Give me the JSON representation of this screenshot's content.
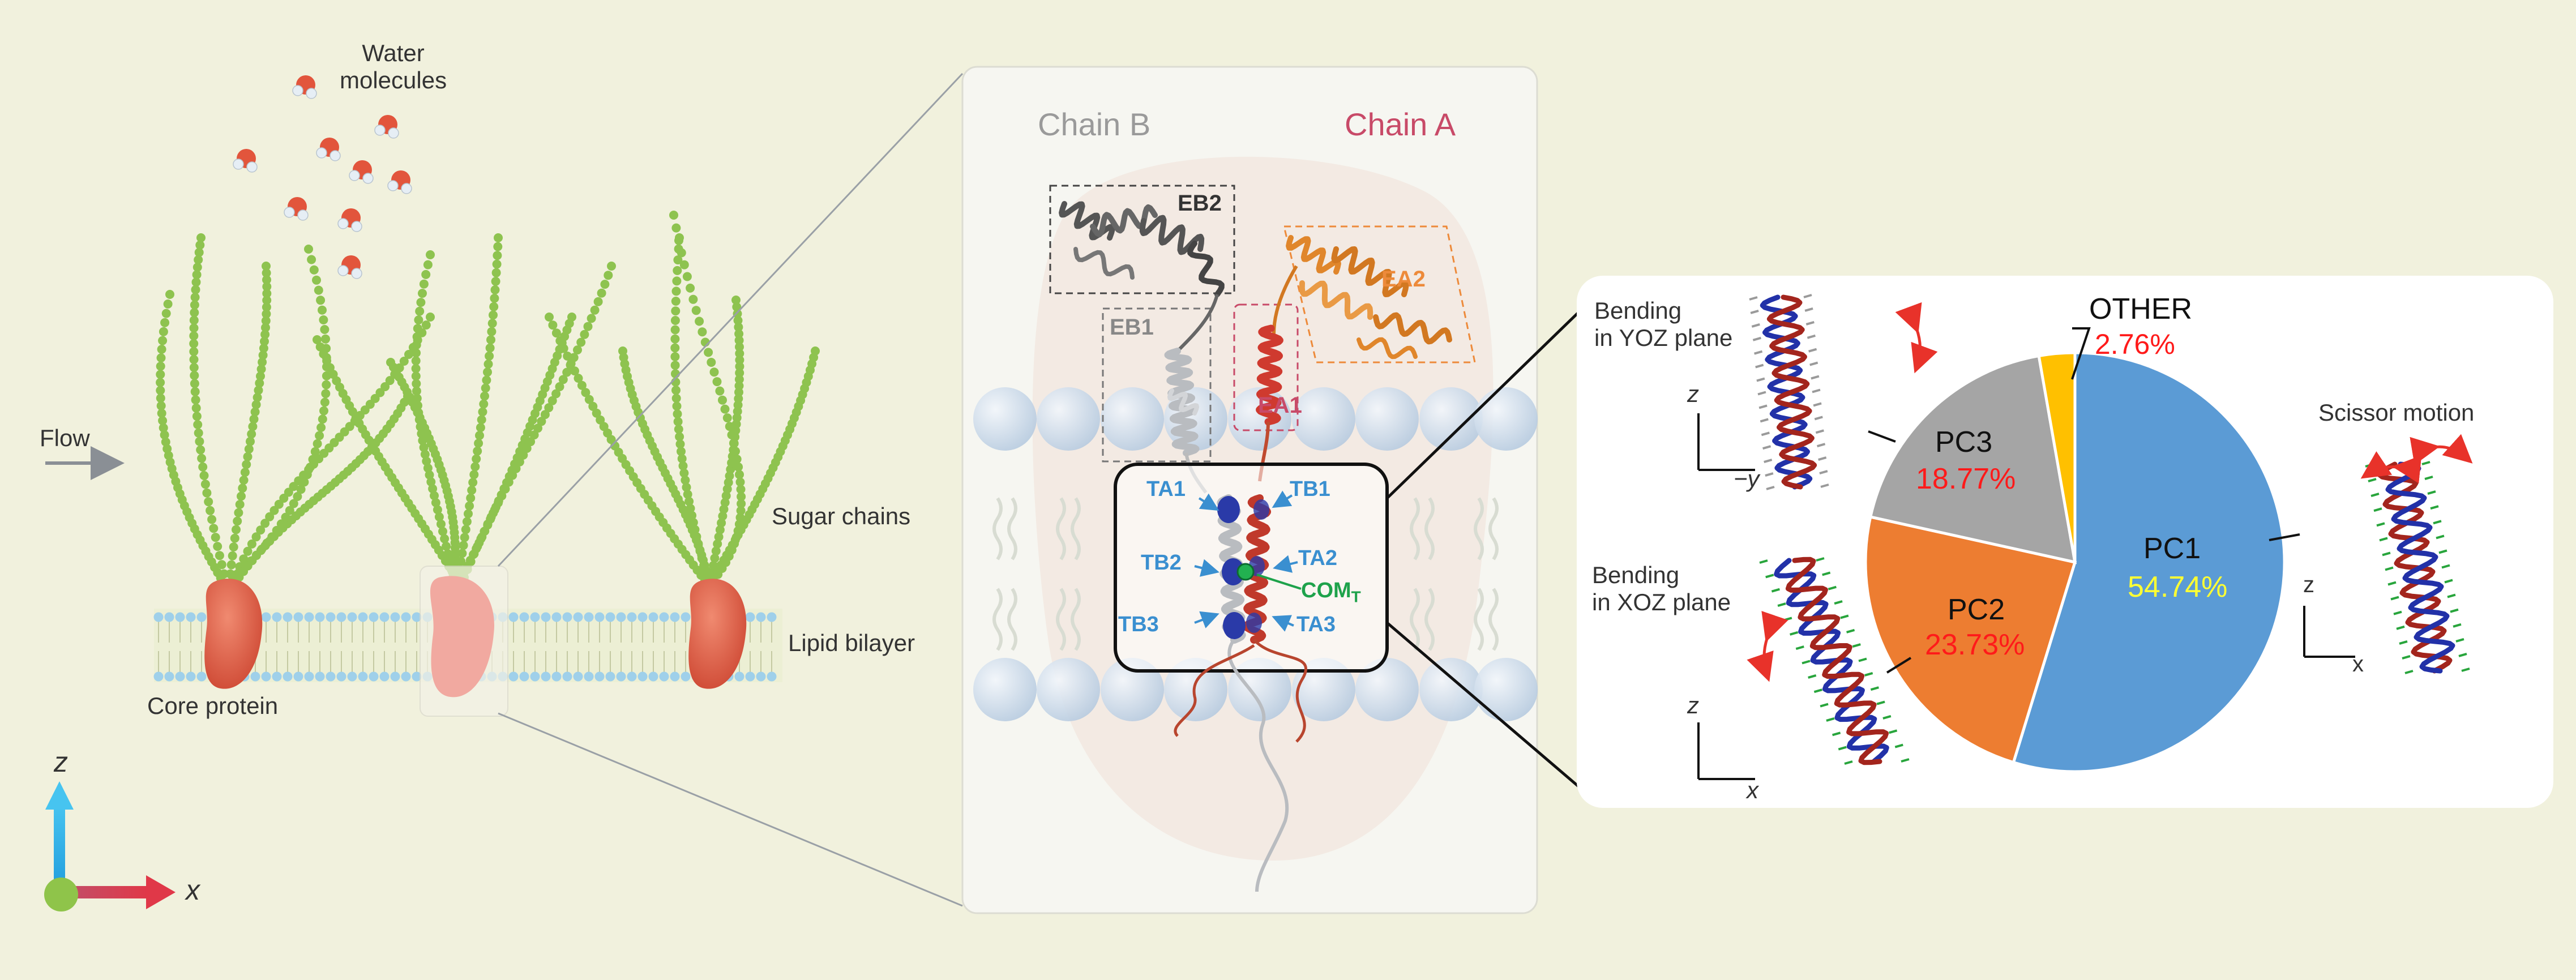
{
  "left_panel": {
    "water_label": "Water\nmolecules",
    "flow_label": "Flow",
    "sugar_chains_label": "Sugar chains",
    "lipid_bilayer_label": "Lipid bilayer",
    "core_protein_label": "Core protein",
    "axis_z_label": "z",
    "axis_x_label": "x"
  },
  "structure_panel": {
    "chain_b_label": "Chain B",
    "chain_a_label": "Chain A",
    "domains": {
      "eb2": "EB2",
      "eb1": "EB1",
      "ea2": "EA2",
      "ea1": "EA1"
    },
    "helices": {
      "ta1": "TA1",
      "tb1": "TB1",
      "tb2": "TB2",
      "ta2": "TA2",
      "tb3": "TB3",
      "ta3": "TA3"
    },
    "com_label": "COM",
    "com_subscript": "T"
  },
  "pca_panel": {
    "bending_yoz_label": "Bending\nin YOZ plane",
    "bending_xoz_label": "Bending\nin XOZ plane",
    "scissor_label": "Scissor motion",
    "axes": {
      "yoz": {
        "vertical": "z",
        "horizontal": "−y"
      },
      "xoz": {
        "vertical": "z",
        "horizontal": "x"
      },
      "scissor": {
        "vertical": "z",
        "horizontal": "x"
      }
    }
  },
  "colors": {
    "background": "#f1f1dd",
    "sugar_green": "#8ec34f",
    "core_protein_red": "#e0654a",
    "chain_a_label": "#c84a68",
    "chain_b_label": "#9a9a9a",
    "helix_label_blue": "#3a8fd0",
    "com_green": "#1ea24b",
    "pc1": "#5b9bd5",
    "pc2": "#ed7d31",
    "pc3": "#a5a5a5",
    "other": "#ffc000",
    "pc1_pct_text": "#ffff33",
    "pct_text_red": "#ff1a1a"
  },
  "chart_data": {
    "type": "pie",
    "categories": [
      "PC1",
      "PC2",
      "PC3",
      "OTHER"
    ],
    "values": [
      54.74,
      23.73,
      18.77,
      2.76
    ],
    "labels": [
      "54.74%",
      "23.73%",
      "18.77%",
      "2.76%"
    ],
    "start": "12 o'clock",
    "direction": "clockwise"
  }
}
